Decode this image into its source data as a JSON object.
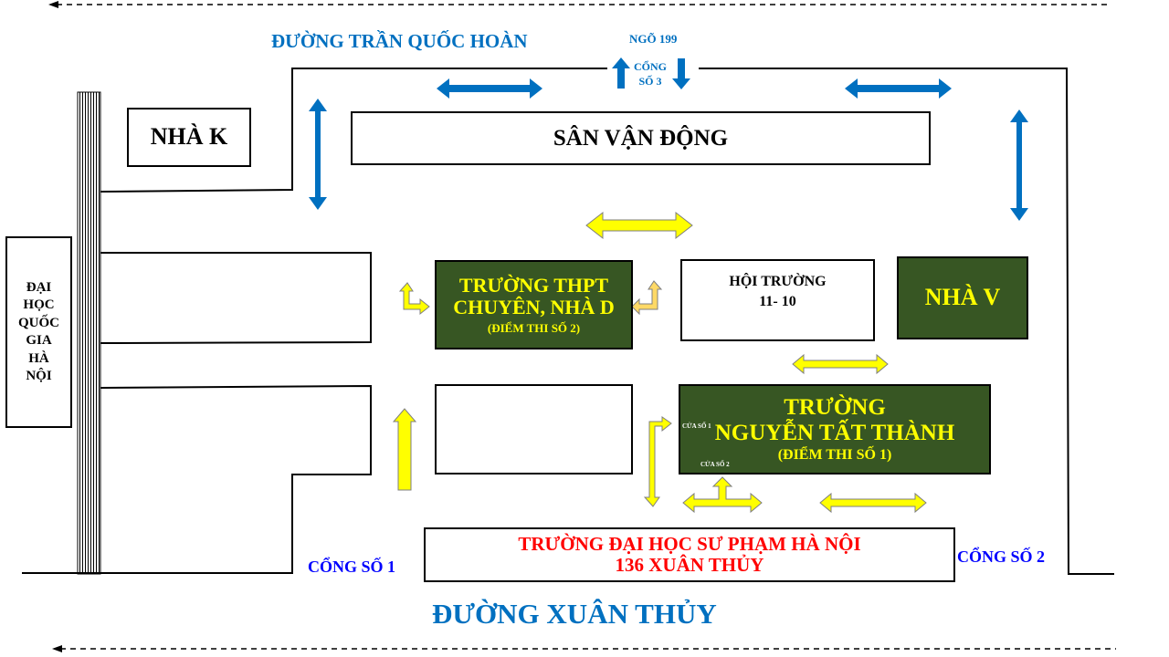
{
  "roads": {
    "top": "ĐƯỜNG TRẦN QUỐC HOÀN",
    "bottom": "ĐƯỜNG XUÂN THỦY"
  },
  "gates": {
    "lane": "NGÕ 199",
    "gate3_line1": "CỔNG",
    "gate3_line2": "SỐ 3",
    "gate1": "CỔNG SỐ 1",
    "gate2": "CỔNG SỐ 2"
  },
  "buildings": {
    "nha_k": "NHÀ K",
    "stadium": "SÂN VẬN ĐỘNG",
    "dhqg": [
      "ĐẠI",
      "HỌC",
      "QUỐC",
      "GIA",
      "HÀ",
      "NỘI"
    ],
    "thpt_line1": "TRƯỜNG THPT",
    "thpt_line2": "CHUYÊN, NHÀ D",
    "thpt_note": "(ĐIỂM THI SỐ 2)",
    "hall_line1": "HỘI TRƯỜNG",
    "hall_line2": "11- 10",
    "nha_v": "NHÀ V",
    "nnt_line1": "TRƯỜNG",
    "nnt_line2": "NGUYỄN TẤT THÀNH",
    "nnt_note": "(ĐIỂM THI SỐ 1)",
    "door1": "CỬA SỐ 1",
    "door2": "CỬA SỐ 2",
    "dhsp_line1": "TRƯỜNG ĐẠI HỌC SƯ PHẠM HÀ NỘI",
    "dhsp_line2": "136 XUÂN THỦY"
  },
  "colors": {
    "blue_arrow": "#0070c0",
    "yellow_arrow": "#ffff00",
    "orange_arrow": "#ffd966",
    "green": "#375623",
    "red": "#ff0000"
  }
}
